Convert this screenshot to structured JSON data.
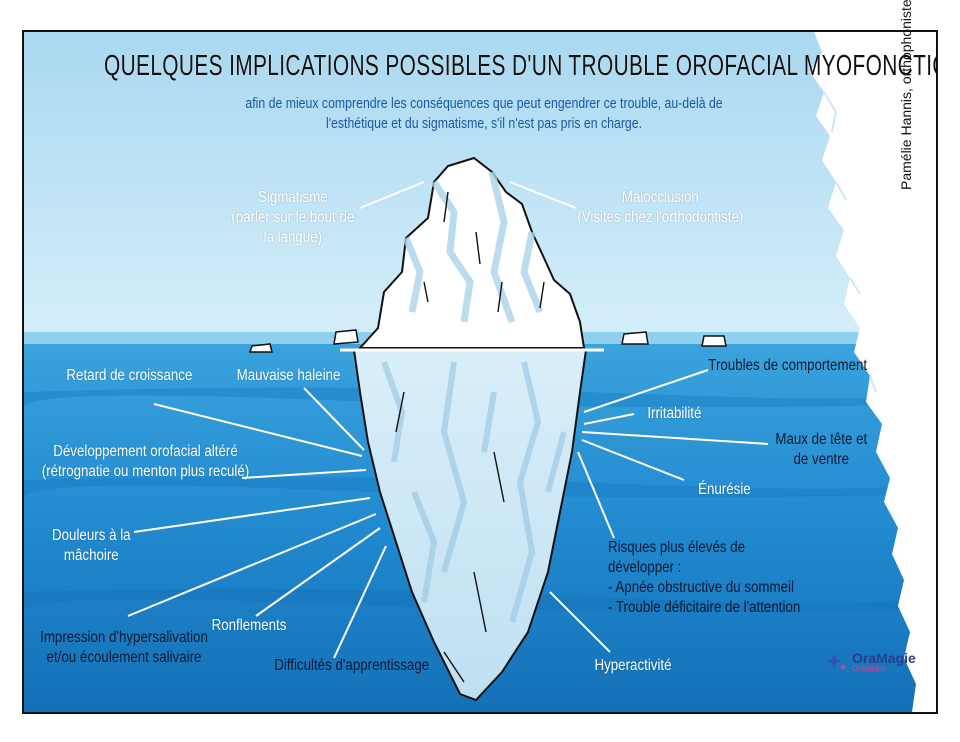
{
  "title": "QUELQUES IMPLICATIONS POSSIBLES D'UN TROUBLE OROFACIAL MYOFONCTIONNEL",
  "subtitle": "afin de mieux comprendre les conséquences que peut engendrer ce trouble, au-delà de l'esthétique et du sigmatisme, s'il n'est pas pris en charge.",
  "author": "Pamélie Hannis, orthophoniste",
  "logo": {
    "name": "OraMagie",
    "sub": "Créations"
  },
  "above": [
    {
      "id": "sigmatisme",
      "lines": [
        "Sigmatisme",
        "(parler sur le bout de",
        "la langue)"
      ]
    },
    {
      "id": "malocclusion",
      "lines": [
        "Malocclusion",
        "(Visites chez l'orthodontiste)"
      ]
    }
  ],
  "below_left": [
    {
      "id": "retard",
      "lines": [
        "Retard de croissance"
      ]
    },
    {
      "id": "haleine",
      "lines": [
        "Mauvaise haleine"
      ]
    },
    {
      "id": "developpement",
      "lines": [
        "Développement orofacial altéré",
        "(rétrognatie ou menton plus reculé)"
      ]
    },
    {
      "id": "douleurs",
      "lines": [
        "Douleurs à la",
        "mâchoire"
      ]
    },
    {
      "id": "hypersalivation",
      "lines": [
        "Impression d'hypersalivation",
        "et/ou écoulement salivaire"
      ]
    },
    {
      "id": "ronflements",
      "lines": [
        "Ronflements"
      ]
    },
    {
      "id": "apprentissage",
      "lines": [
        "Difficultés d'apprentissage"
      ]
    }
  ],
  "below_right": [
    {
      "id": "comportement",
      "lines": [
        "Troubles de comportement"
      ]
    },
    {
      "id": "irritabilite",
      "lines": [
        "Irritabilité"
      ]
    },
    {
      "id": "maux",
      "lines": [
        "Maux de tête et",
        "de ventre"
      ]
    },
    {
      "id": "enuresie",
      "lines": [
        "Énurésie"
      ]
    },
    {
      "id": "risques",
      "lines": [
        "Risques plus élevés de développer :",
        "-   Apnée obstructive du sommeil",
        "-   Trouble déficitaire de l'attention"
      ]
    },
    {
      "id": "hyperactivite",
      "lines": [
        "Hyperactivité"
      ]
    }
  ],
  "colors": {
    "sky": "#bfe3f5",
    "sea_top": "#3aa3dc",
    "sea_deep": "#1578c0",
    "ice": "#ffffff",
    "ice_shadow": "#b8dcef",
    "title": "#111111",
    "subtitle": "#1a57a8"
  }
}
